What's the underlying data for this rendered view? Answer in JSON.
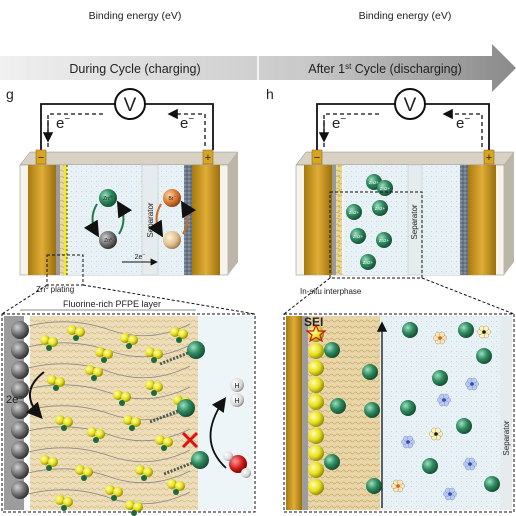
{
  "top": {
    "xlabel_left": "Binding energy (eV)",
    "xlabel_right": "Binding energy (eV)"
  },
  "banner": {
    "left": "During Cycle (charging)",
    "right_prefix": "After 1",
    "right_sup": "st",
    "right_suffix": " Cycle (discharging)"
  },
  "panel_g": {
    "letter": "g",
    "volt": "V",
    "e_left": "e",
    "e_right": "e",
    "minus": "−",
    "plus": "+",
    "separator": "Separator",
    "zn_ion": "Zn",
    "zn_sup": "2+",
    "zn_metal": "Zn",
    "zn_metal_sup": "0",
    "br": "Br",
    "br_sup": "−",
    "twoe": "2e",
    "plating_label": "Zn",
    "plating_sup": "0",
    "plating_suffix": " plating"
  },
  "panel_h": {
    "letter": "h",
    "volt": "V",
    "e_left": "e",
    "e_right": "e",
    "minus": "−",
    "plus": "+",
    "separator": "Separator",
    "zn_ion": "Zn",
    "zn_sup": "2+",
    "interphase_label": "In-situ interphase"
  },
  "zoom_left": {
    "layer_label": "Fluorine-rich PFPE layer",
    "twoe": "2e",
    "h_atom": "H"
  },
  "zoom_right": {
    "sei": "SEI",
    "separator": "Separator"
  }
}
